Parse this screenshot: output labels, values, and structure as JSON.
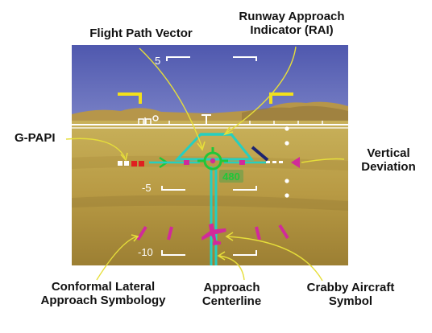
{
  "labels": {
    "fpv": "Flight Path Vector",
    "rai": [
      "Runway Approach",
      "Indicator (RAI)"
    ],
    "gpapi": "G-PAPI",
    "vdev": [
      "Vertical",
      "Deviation"
    ],
    "clas": [
      "Conformal Lateral",
      "Approach Symbology"
    ],
    "centerline": [
      "Approach",
      "Centerline"
    ],
    "crabby": [
      "Crabby Aircraft",
      "Symbol"
    ]
  },
  "hud": {
    "pitch_upper": "5",
    "pitch_lower1": "-5",
    "pitch_lower2": "-10",
    "speed_readout": "480"
  },
  "colors": {
    "sky": "#5b63b6",
    "ground": "#bfa24a",
    "symbol_cyan": "#25cfc0",
    "symbol_green": "#1fc73a",
    "symbol_magenta": "#d12a9a",
    "white": "#ffffff",
    "yellow": "#f3e01a",
    "callout_line": "#e6de3a",
    "label_text": "#111111"
  }
}
